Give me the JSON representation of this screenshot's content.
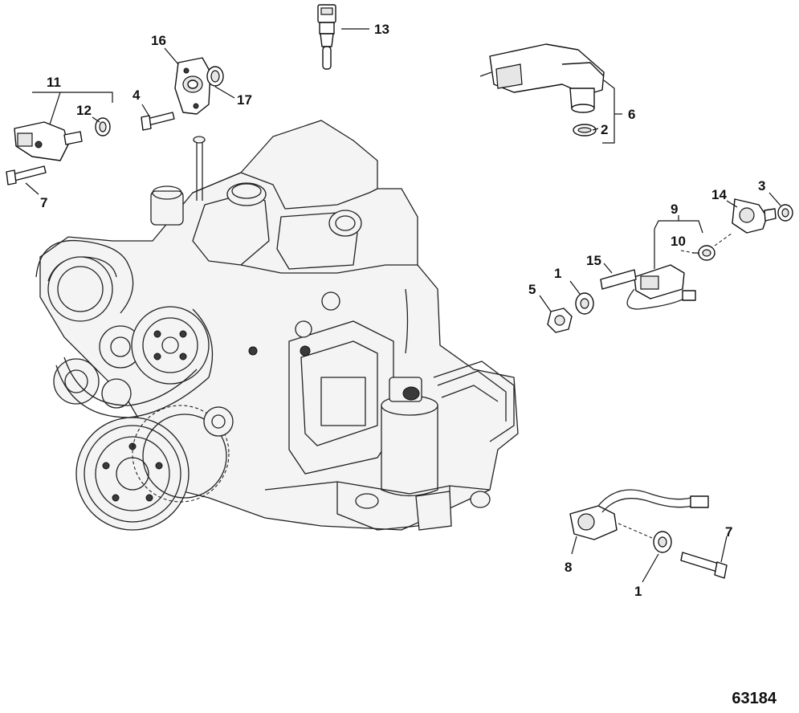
{
  "reference_number": "63184",
  "callouts": [
    {
      "id": "c13",
      "label": "13"
    },
    {
      "id": "c16",
      "label": "16"
    },
    {
      "id": "c17",
      "label": "17"
    },
    {
      "id": "c11",
      "label": "11"
    },
    {
      "id": "c12",
      "label": "12"
    },
    {
      "id": "c4",
      "label": "4"
    },
    {
      "id": "c7a",
      "label": "7"
    },
    {
      "id": "c6",
      "label": "6"
    },
    {
      "id": "c2",
      "label": "2"
    },
    {
      "id": "c9",
      "label": "9"
    },
    {
      "id": "c14",
      "label": "14"
    },
    {
      "id": "c3",
      "label": "3"
    },
    {
      "id": "c10",
      "label": "10"
    },
    {
      "id": "c15",
      "label": "15"
    },
    {
      "id": "c1a",
      "label": "1"
    },
    {
      "id": "c5",
      "label": "5"
    },
    {
      "id": "c8",
      "label": "8"
    },
    {
      "id": "c7b",
      "label": "7"
    },
    {
      "id": "c1b",
      "label": "1"
    }
  ]
}
